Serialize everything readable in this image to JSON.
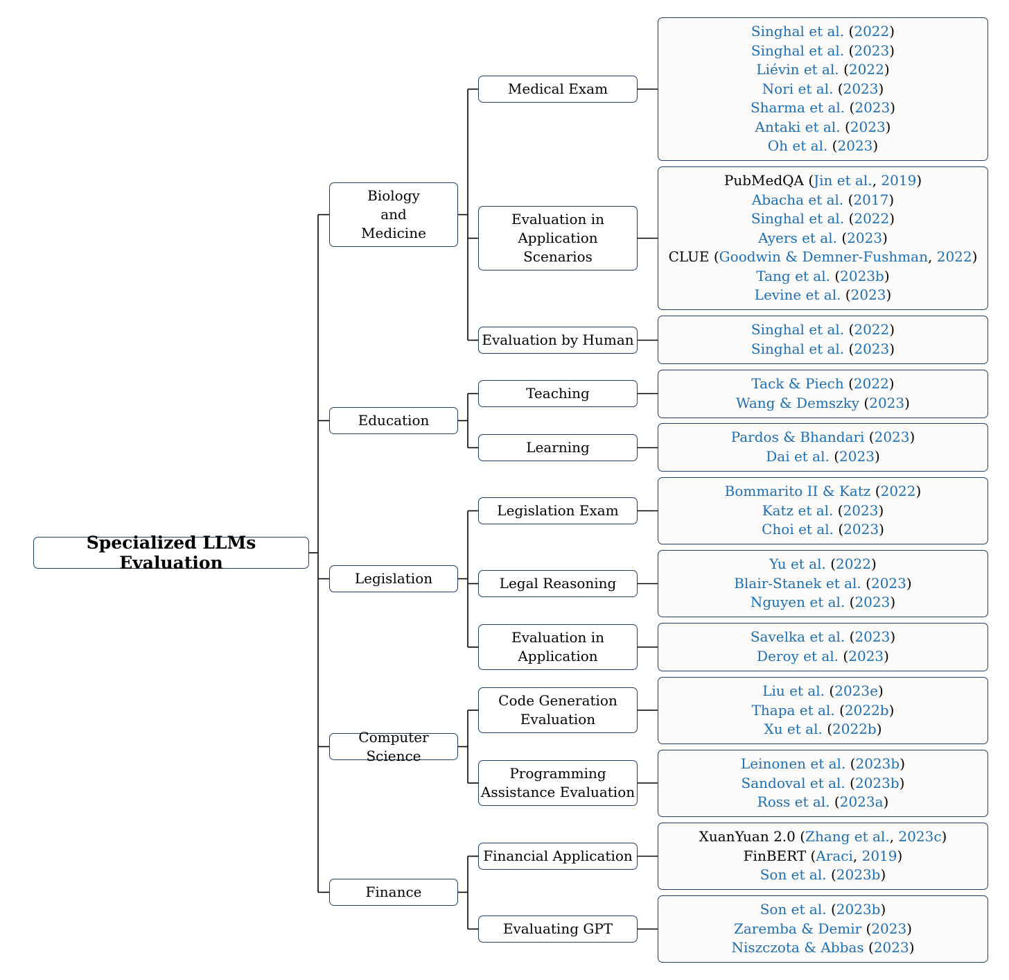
{
  "colors": {
    "border": "#1f3f66",
    "link": "#1a6fb5",
    "text": "#000000",
    "leaf_fill": "#fdfafa"
  },
  "root": {
    "label": "Specialized LLMs Evaluation"
  },
  "categories": [
    {
      "label": [
        "Biology",
        "and",
        "Medicine"
      ],
      "children": [
        {
          "label": [
            "Medical Exam"
          ],
          "refs": [
            [
              {
                "t": "Singhal et al.",
                "k": "link"
              },
              {
                "t": " (",
                "k": "plain"
              },
              {
                "t": "2022",
                "k": "link"
              },
              {
                "t": ")",
                "k": "plain"
              }
            ],
            [
              {
                "t": "Singhal et al.",
                "k": "link"
              },
              {
                "t": " (",
                "k": "plain"
              },
              {
                "t": "2023",
                "k": "link"
              },
              {
                "t": ")",
                "k": "plain"
              }
            ],
            [
              {
                "t": "Liévin et al.",
                "k": "link"
              },
              {
                "t": " (",
                "k": "plain"
              },
              {
                "t": "2022",
                "k": "link"
              },
              {
                "t": ")",
                "k": "plain"
              }
            ],
            [
              {
                "t": "Nori et al.",
                "k": "link"
              },
              {
                "t": " (",
                "k": "plain"
              },
              {
                "t": "2023",
                "k": "link"
              },
              {
                "t": ")",
                "k": "plain"
              }
            ],
            [
              {
                "t": "Sharma et al.",
                "k": "link"
              },
              {
                "t": " (",
                "k": "plain"
              },
              {
                "t": "2023",
                "k": "link"
              },
              {
                "t": ")",
                "k": "plain"
              }
            ],
            [
              {
                "t": "Antaki et al.",
                "k": "link"
              },
              {
                "t": " (",
                "k": "plain"
              },
              {
                "t": "2023",
                "k": "link"
              },
              {
                "t": ")",
                "k": "plain"
              }
            ],
            [
              {
                "t": "Oh et al.",
                "k": "link"
              },
              {
                "t": " (",
                "k": "plain"
              },
              {
                "t": "2023",
                "k": "link"
              },
              {
                "t": ")",
                "k": "plain"
              }
            ]
          ]
        },
        {
          "label": [
            "Evaluation in",
            "Application",
            "Scenarios"
          ],
          "refs": [
            [
              {
                "t": "PubMedQA (",
                "k": "plain"
              },
              {
                "t": "Jin et al.",
                "k": "link"
              },
              {
                "t": ", ",
                "k": "plain"
              },
              {
                "t": "2019",
                "k": "link"
              },
              {
                "t": ")",
                "k": "plain"
              }
            ],
            [
              {
                "t": "Abacha et al.",
                "k": "link"
              },
              {
                "t": " (",
                "k": "plain"
              },
              {
                "t": "2017",
                "k": "link"
              },
              {
                "t": ")",
                "k": "plain"
              }
            ],
            [
              {
                "t": "Singhal et al.",
                "k": "link"
              },
              {
                "t": " (",
                "k": "plain"
              },
              {
                "t": "2022",
                "k": "link"
              },
              {
                "t": ")",
                "k": "plain"
              }
            ],
            [
              {
                "t": "Ayers et al.",
                "k": "link"
              },
              {
                "t": " (",
                "k": "plain"
              },
              {
                "t": "2023",
                "k": "link"
              },
              {
                "t": ")",
                "k": "plain"
              }
            ],
            [
              {
                "t": "CLUE (",
                "k": "plain"
              },
              {
                "t": "Goodwin & Demner-Fushman",
                "k": "link"
              },
              {
                "t": ", ",
                "k": "plain"
              },
              {
                "t": "2022",
                "k": "link"
              },
              {
                "t": ")",
                "k": "plain"
              }
            ],
            [
              {
                "t": "Tang et al.",
                "k": "link"
              },
              {
                "t": " (",
                "k": "plain"
              },
              {
                "t": "2023b",
                "k": "link"
              },
              {
                "t": ")",
                "k": "plain"
              }
            ],
            [
              {
                "t": "Levine et al.",
                "k": "link"
              },
              {
                "t": " (",
                "k": "plain"
              },
              {
                "t": "2023",
                "k": "link"
              },
              {
                "t": ")",
                "k": "plain"
              }
            ]
          ]
        },
        {
          "label": [
            "Evaluation by Human"
          ],
          "refs": [
            [
              {
                "t": "Singhal et al.",
                "k": "link"
              },
              {
                "t": " (",
                "k": "plain"
              },
              {
                "t": "2022",
                "k": "link"
              },
              {
                "t": ")",
                "k": "plain"
              }
            ],
            [
              {
                "t": "Singhal et al.",
                "k": "link"
              },
              {
                "t": " (",
                "k": "plain"
              },
              {
                "t": "2023",
                "k": "link"
              },
              {
                "t": ")",
                "k": "plain"
              }
            ]
          ]
        }
      ]
    },
    {
      "label": [
        "Education"
      ],
      "children": [
        {
          "label": [
            "Teaching"
          ],
          "refs": [
            [
              {
                "t": "Tack & Piech",
                "k": "link"
              },
              {
                "t": " (",
                "k": "plain"
              },
              {
                "t": "2022",
                "k": "link"
              },
              {
                "t": ")",
                "k": "plain"
              }
            ],
            [
              {
                "t": "Wang & Demszky",
                "k": "link"
              },
              {
                "t": " (",
                "k": "plain"
              },
              {
                "t": "2023",
                "k": "link"
              },
              {
                "t": ")",
                "k": "plain"
              }
            ]
          ]
        },
        {
          "label": [
            "Learning"
          ],
          "refs": [
            [
              {
                "t": "Pardos & Bhandari",
                "k": "link"
              },
              {
                "t": " (",
                "k": "plain"
              },
              {
                "t": "2023",
                "k": "link"
              },
              {
                "t": ")",
                "k": "plain"
              }
            ],
            [
              {
                "t": "Dai et al.",
                "k": "link"
              },
              {
                "t": " (",
                "k": "plain"
              },
              {
                "t": "2023",
                "k": "link"
              },
              {
                "t": ")",
                "k": "plain"
              }
            ]
          ]
        }
      ]
    },
    {
      "label": [
        "Legislation"
      ],
      "children": [
        {
          "label": [
            "Legislation Exam"
          ],
          "refs": [
            [
              {
                "t": "Bommarito II & Katz",
                "k": "link"
              },
              {
                "t": " (",
                "k": "plain"
              },
              {
                "t": "2022",
                "k": "link"
              },
              {
                "t": ")",
                "k": "plain"
              }
            ],
            [
              {
                "t": "Katz et al.",
                "k": "link"
              },
              {
                "t": " (",
                "k": "plain"
              },
              {
                "t": "2023",
                "k": "link"
              },
              {
                "t": ")",
                "k": "plain"
              }
            ],
            [
              {
                "t": "Choi et al.",
                "k": "link"
              },
              {
                "t": " (",
                "k": "plain"
              },
              {
                "t": "2023",
                "k": "link"
              },
              {
                "t": ")",
                "k": "plain"
              }
            ]
          ]
        },
        {
          "label": [
            "Legal Reasoning"
          ],
          "refs": [
            [
              {
                "t": "Yu et al.",
                "k": "link"
              },
              {
                "t": " (",
                "k": "plain"
              },
              {
                "t": "2022",
                "k": "link"
              },
              {
                "t": ")",
                "k": "plain"
              }
            ],
            [
              {
                "t": "Blair-Stanek et al.",
                "k": "link"
              },
              {
                "t": " (",
                "k": "plain"
              },
              {
                "t": "2023",
                "k": "link"
              },
              {
                "t": ")",
                "k": "plain"
              }
            ],
            [
              {
                "t": "Nguyen et al.",
                "k": "link"
              },
              {
                "t": " (",
                "k": "plain"
              },
              {
                "t": "2023",
                "k": "link"
              },
              {
                "t": ")",
                "k": "plain"
              }
            ]
          ]
        },
        {
          "label": [
            "Evaluation in",
            "Application"
          ],
          "refs": [
            [
              {
                "t": "Savelka et al.",
                "k": "link"
              },
              {
                "t": " (",
                "k": "plain"
              },
              {
                "t": "2023",
                "k": "link"
              },
              {
                "t": ")",
                "k": "plain"
              }
            ],
            [
              {
                "t": "Deroy et al.",
                "k": "link"
              },
              {
                "t": " (",
                "k": "plain"
              },
              {
                "t": "2023",
                "k": "link"
              },
              {
                "t": ")",
                "k": "plain"
              }
            ]
          ]
        }
      ]
    },
    {
      "label": [
        "Computer Science"
      ],
      "children": [
        {
          "label": [
            "Code Generation",
            "Evaluation"
          ],
          "refs": [
            [
              {
                "t": "Liu et al.",
                "k": "link"
              },
              {
                "t": " (",
                "k": "plain"
              },
              {
                "t": "2023e",
                "k": "link"
              },
              {
                "t": ")",
                "k": "plain"
              }
            ],
            [
              {
                "t": "Thapa et al.",
                "k": "link"
              },
              {
                "t": " (",
                "k": "plain"
              },
              {
                "t": "2022b",
                "k": "link"
              },
              {
                "t": ")",
                "k": "plain"
              }
            ],
            [
              {
                "t": "Xu et al.",
                "k": "link"
              },
              {
                "t": " (",
                "k": "plain"
              },
              {
                "t": "2022b",
                "k": "link"
              },
              {
                "t": ")",
                "k": "plain"
              }
            ]
          ]
        },
        {
          "label": [
            "Programming",
            "Assistance Evaluation"
          ],
          "refs": [
            [
              {
                "t": "Leinonen et al.",
                "k": "link"
              },
              {
                "t": " (",
                "k": "plain"
              },
              {
                "t": "2023b",
                "k": "link"
              },
              {
                "t": ")",
                "k": "plain"
              }
            ],
            [
              {
                "t": "Sandoval et al.",
                "k": "link"
              },
              {
                "t": " (",
                "k": "plain"
              },
              {
                "t": "2023b",
                "k": "link"
              },
              {
                "t": ")",
                "k": "plain"
              }
            ],
            [
              {
                "t": "Ross et al.",
                "k": "link"
              },
              {
                "t": " (",
                "k": "plain"
              },
              {
                "t": "2023a",
                "k": "link"
              },
              {
                "t": ")",
                "k": "plain"
              }
            ]
          ]
        }
      ]
    },
    {
      "label": [
        "Finance"
      ],
      "children": [
        {
          "label": [
            "Financial Application"
          ],
          "refs": [
            [
              {
                "t": "XuanYuan 2.0 (",
                "k": "plain"
              },
              {
                "t": "Zhang et al.",
                "k": "link"
              },
              {
                "t": ", ",
                "k": "plain"
              },
              {
                "t": "2023c",
                "k": "link"
              },
              {
                "t": ")",
                "k": "plain"
              }
            ],
            [
              {
                "t": "FinBERT (",
                "k": "plain"
              },
              {
                "t": "Araci",
                "k": "link"
              },
              {
                "t": ", ",
                "k": "plain"
              },
              {
                "t": "2019",
                "k": "link"
              },
              {
                "t": ")",
                "k": "plain"
              }
            ],
            [
              {
                "t": "Son et al.",
                "k": "link"
              },
              {
                "t": " (",
                "k": "plain"
              },
              {
                "t": "2023b",
                "k": "link"
              },
              {
                "t": ")",
                "k": "plain"
              }
            ]
          ]
        },
        {
          "label": [
            "Evaluating GPT"
          ],
          "refs": [
            [
              {
                "t": "Son et al.",
                "k": "link"
              },
              {
                "t": " (",
                "k": "plain"
              },
              {
                "t": "2023b",
                "k": "link"
              },
              {
                "t": ")",
                "k": "plain"
              }
            ],
            [
              {
                "t": "Zaremba & Demir",
                "k": "link"
              },
              {
                "t": " (",
                "k": "plain"
              },
              {
                "t": "2023",
                "k": "link"
              },
              {
                "t": ")",
                "k": "plain"
              }
            ],
            [
              {
                "t": "Niszczota & Abbas",
                "k": "link"
              },
              {
                "t": " (",
                "k": "plain"
              },
              {
                "t": "2023",
                "k": "link"
              },
              {
                "t": ")",
                "k": "plain"
              }
            ]
          ]
        }
      ]
    }
  ]
}
